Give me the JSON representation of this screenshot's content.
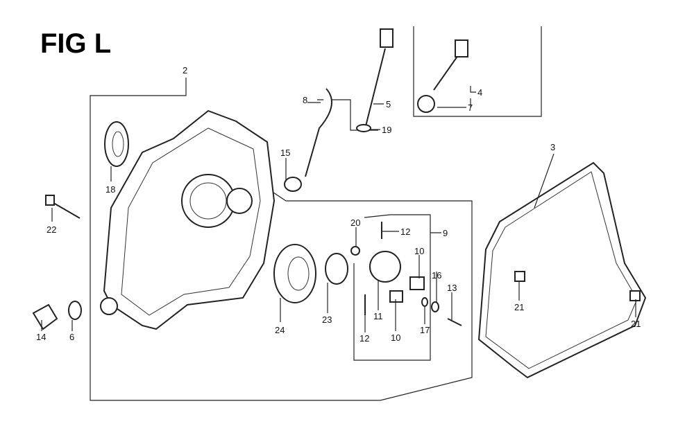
{
  "title": "FIG L",
  "callouts": {
    "c2": "2",
    "c8": "8",
    "c5": "5",
    "c19": "19",
    "c4": "4",
    "c7": "7",
    "c15": "15",
    "c18": "18",
    "c3": "3",
    "c22": "22",
    "c20": "20",
    "c12a": "12",
    "c9": "9",
    "c10a": "10",
    "c16": "16",
    "c13": "13",
    "c24": "24",
    "c23": "23",
    "c11": "11",
    "c12b": "12",
    "c10b": "10",
    "c17": "17",
    "c21a": "21",
    "c21b": "21",
    "c14": "14",
    "c6": "6"
  }
}
